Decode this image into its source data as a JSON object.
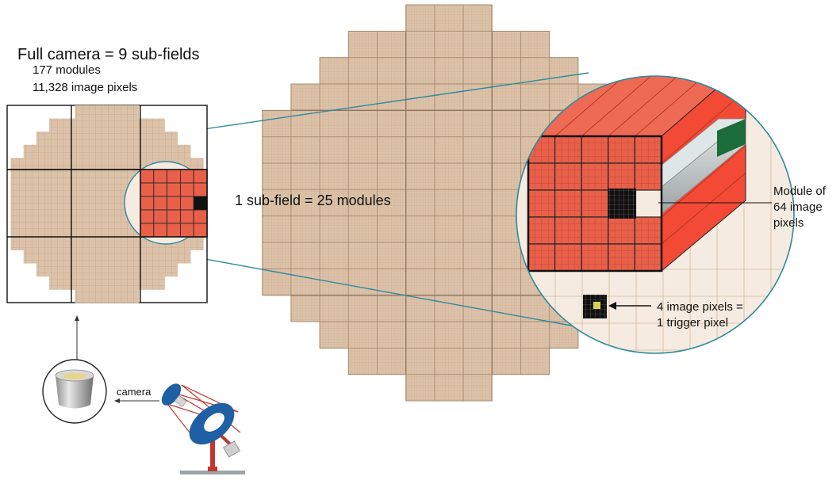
{
  "labels": {
    "title": "Full camera = 9 sub-fields",
    "modules": "177 modules",
    "pixels": "11,328 image pixels",
    "subfield": "1 sub-field = 25 modules",
    "module": "Module of 64 image pixels",
    "trigger_1": "4 image pixels =",
    "trigger_2": "1 trigger pixel",
    "camera": "camera"
  },
  "colors": {
    "tan": "#dcc2a8",
    "tan_grid": "#b79b80",
    "light_bg": "#f5ebe0",
    "red": "#e8624b",
    "red_dark": "#c0392b",
    "red_side": "#f0412e",
    "teal": "#2e8a9c",
    "blue": "#1f5fa3",
    "black": "#111111"
  }
}
